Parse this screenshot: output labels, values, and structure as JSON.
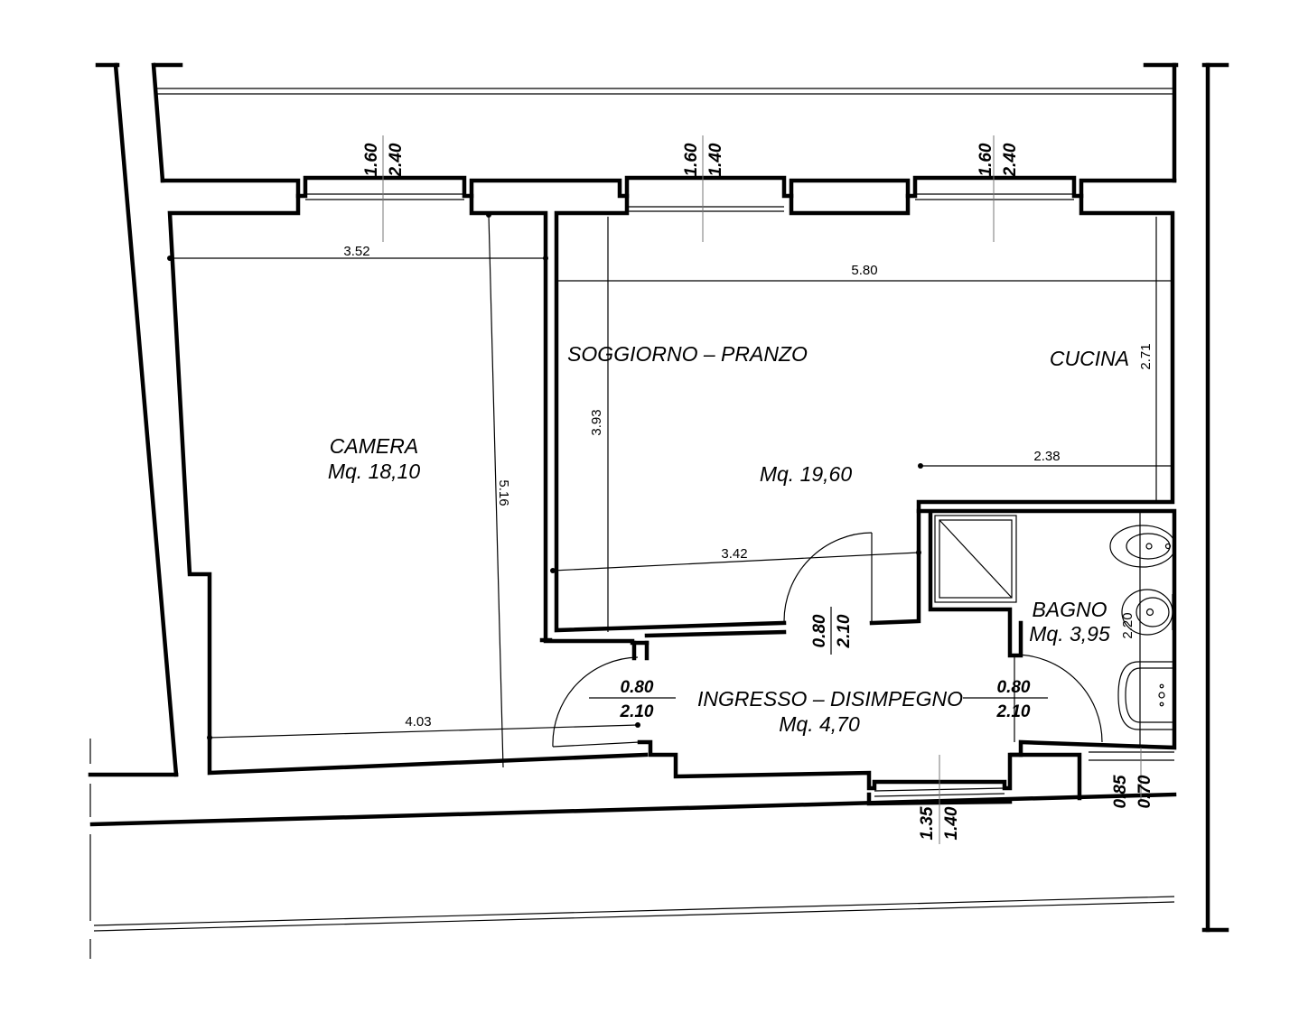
{
  "rooms": {
    "camera": {
      "name": "CAMERA",
      "area": "Mq.  18,10"
    },
    "soggiorno": {
      "name": "SOGGIORNO  –  PRANZO",
      "area": "Mq.  19,60"
    },
    "cucina": {
      "name": "CUCINA"
    },
    "bagno": {
      "name": "BAGNO",
      "area": "Mq.  3,95"
    },
    "ingresso": {
      "name": "INGRESSO  –  DISIMPEGNO",
      "area": "Mq.  4,70"
    }
  },
  "dimensions": {
    "camera_width_top": "3.52",
    "camera_width_bottom": "4.03",
    "camera_depth": "5.16",
    "soggiorno_width": "5.80",
    "soggiorno_depth": "3.93",
    "cucina_depth": "2.71",
    "cucina_width": "2.38",
    "soggiorno_lower_width": "3.42",
    "bagno_depth": "2.20"
  },
  "openings": {
    "window_1": {
      "width": "1.60",
      "height": "2.40"
    },
    "window_2": {
      "width": "1.60",
      "height": "1.40"
    },
    "window_3": {
      "width": "1.60",
      "height": "2.40"
    },
    "door_camera": {
      "width": "0.80",
      "height": "2.10"
    },
    "door_soggiorno": {
      "width": "0.80",
      "height": "2.10"
    },
    "door_bagno": {
      "width": "0.80",
      "height": "2.10"
    },
    "entrance_window": {
      "width": "1.35",
      "height": "1.40"
    },
    "bagno_window": {
      "width": "0.85",
      "height": "0.70"
    }
  }
}
